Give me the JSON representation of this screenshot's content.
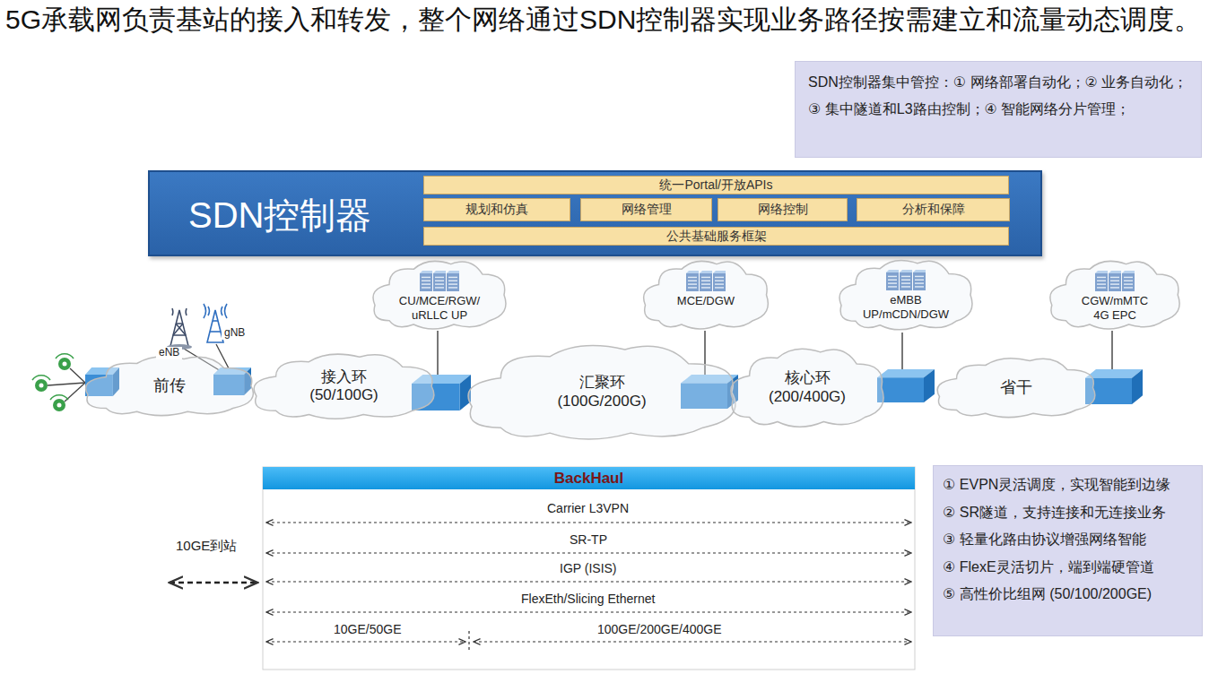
{
  "diagram": {
    "title": "5G承载网负责基站的接入和转发，整个网络通过SDN控制器实现业务路径按需建立和流量动态调度。",
    "nodes": [
      {
        "text": [
          "SDN控制器集中管控：① 网络部署自动化；② 业务自动化；③ 集中隧道和L3路由控制；④ 智能网络分片管理；"
        ]
      },
      {
        "text": [
          "SDN控制器"
        ]
      },
      {
        "text": [
          "统一Portal/开放APIs"
        ],
        "in": 1
      },
      {
        "text": [
          "规划和仿真"
        ],
        "in": 1
      },
      {
        "text": [
          "网络管理"
        ],
        "in": 1
      },
      {
        "text": [
          "网络控制"
        ],
        "in": 1
      },
      {
        "text": [
          "分析和保障"
        ],
        "in": 1
      },
      {
        "text": [
          "公共基础服务框架"
        ],
        "in": 1
      },
      {
        "text": [
          "CU/MCE/RGW/ uRLLC UP"
        ]
      },
      {
        "text": [
          "MCE/DGW"
        ]
      },
      {
        "text": [
          "eMBB UP/mCDN/DGW"
        ]
      },
      {
        "text": [
          "CGW/mMTC 4G EPC"
        ]
      },
      {
        "text": [
          "前传"
        ]
      },
      {
        "text": [
          "接入环 (50/100G)"
        ]
      },
      {
        "text": [
          "汇聚环 (100G/200G)"
        ]
      },
      {
        "text": [
          "核心环 (200/400G)"
        ]
      },
      {
        "text": [
          "省干"
        ]
      },
      {
        "text": [
          "BackHaul"
        ]
      },
      {
        "text": [
          "① EVPN灵活调度，实现智能到边缘",
          "② SR隧道，支持连接和无连接业务",
          "③ 轻量化路由协议增强网络智能",
          "④ FlexE灵活切片，端到端硬管道",
          "⑤ 高性价比组网 (50/100/200GE)"
        ]
      }
    ],
    "labels": [
      "eNB",
      "gNB",
      "10GE到站",
      "Carrier L3VPN",
      "SR-TP",
      "IGP (ISIS)",
      "FlexEth/Slicing Ethernet",
      "10GE/50GE",
      "100GE/200GE/400GE"
    ]
  }
}
